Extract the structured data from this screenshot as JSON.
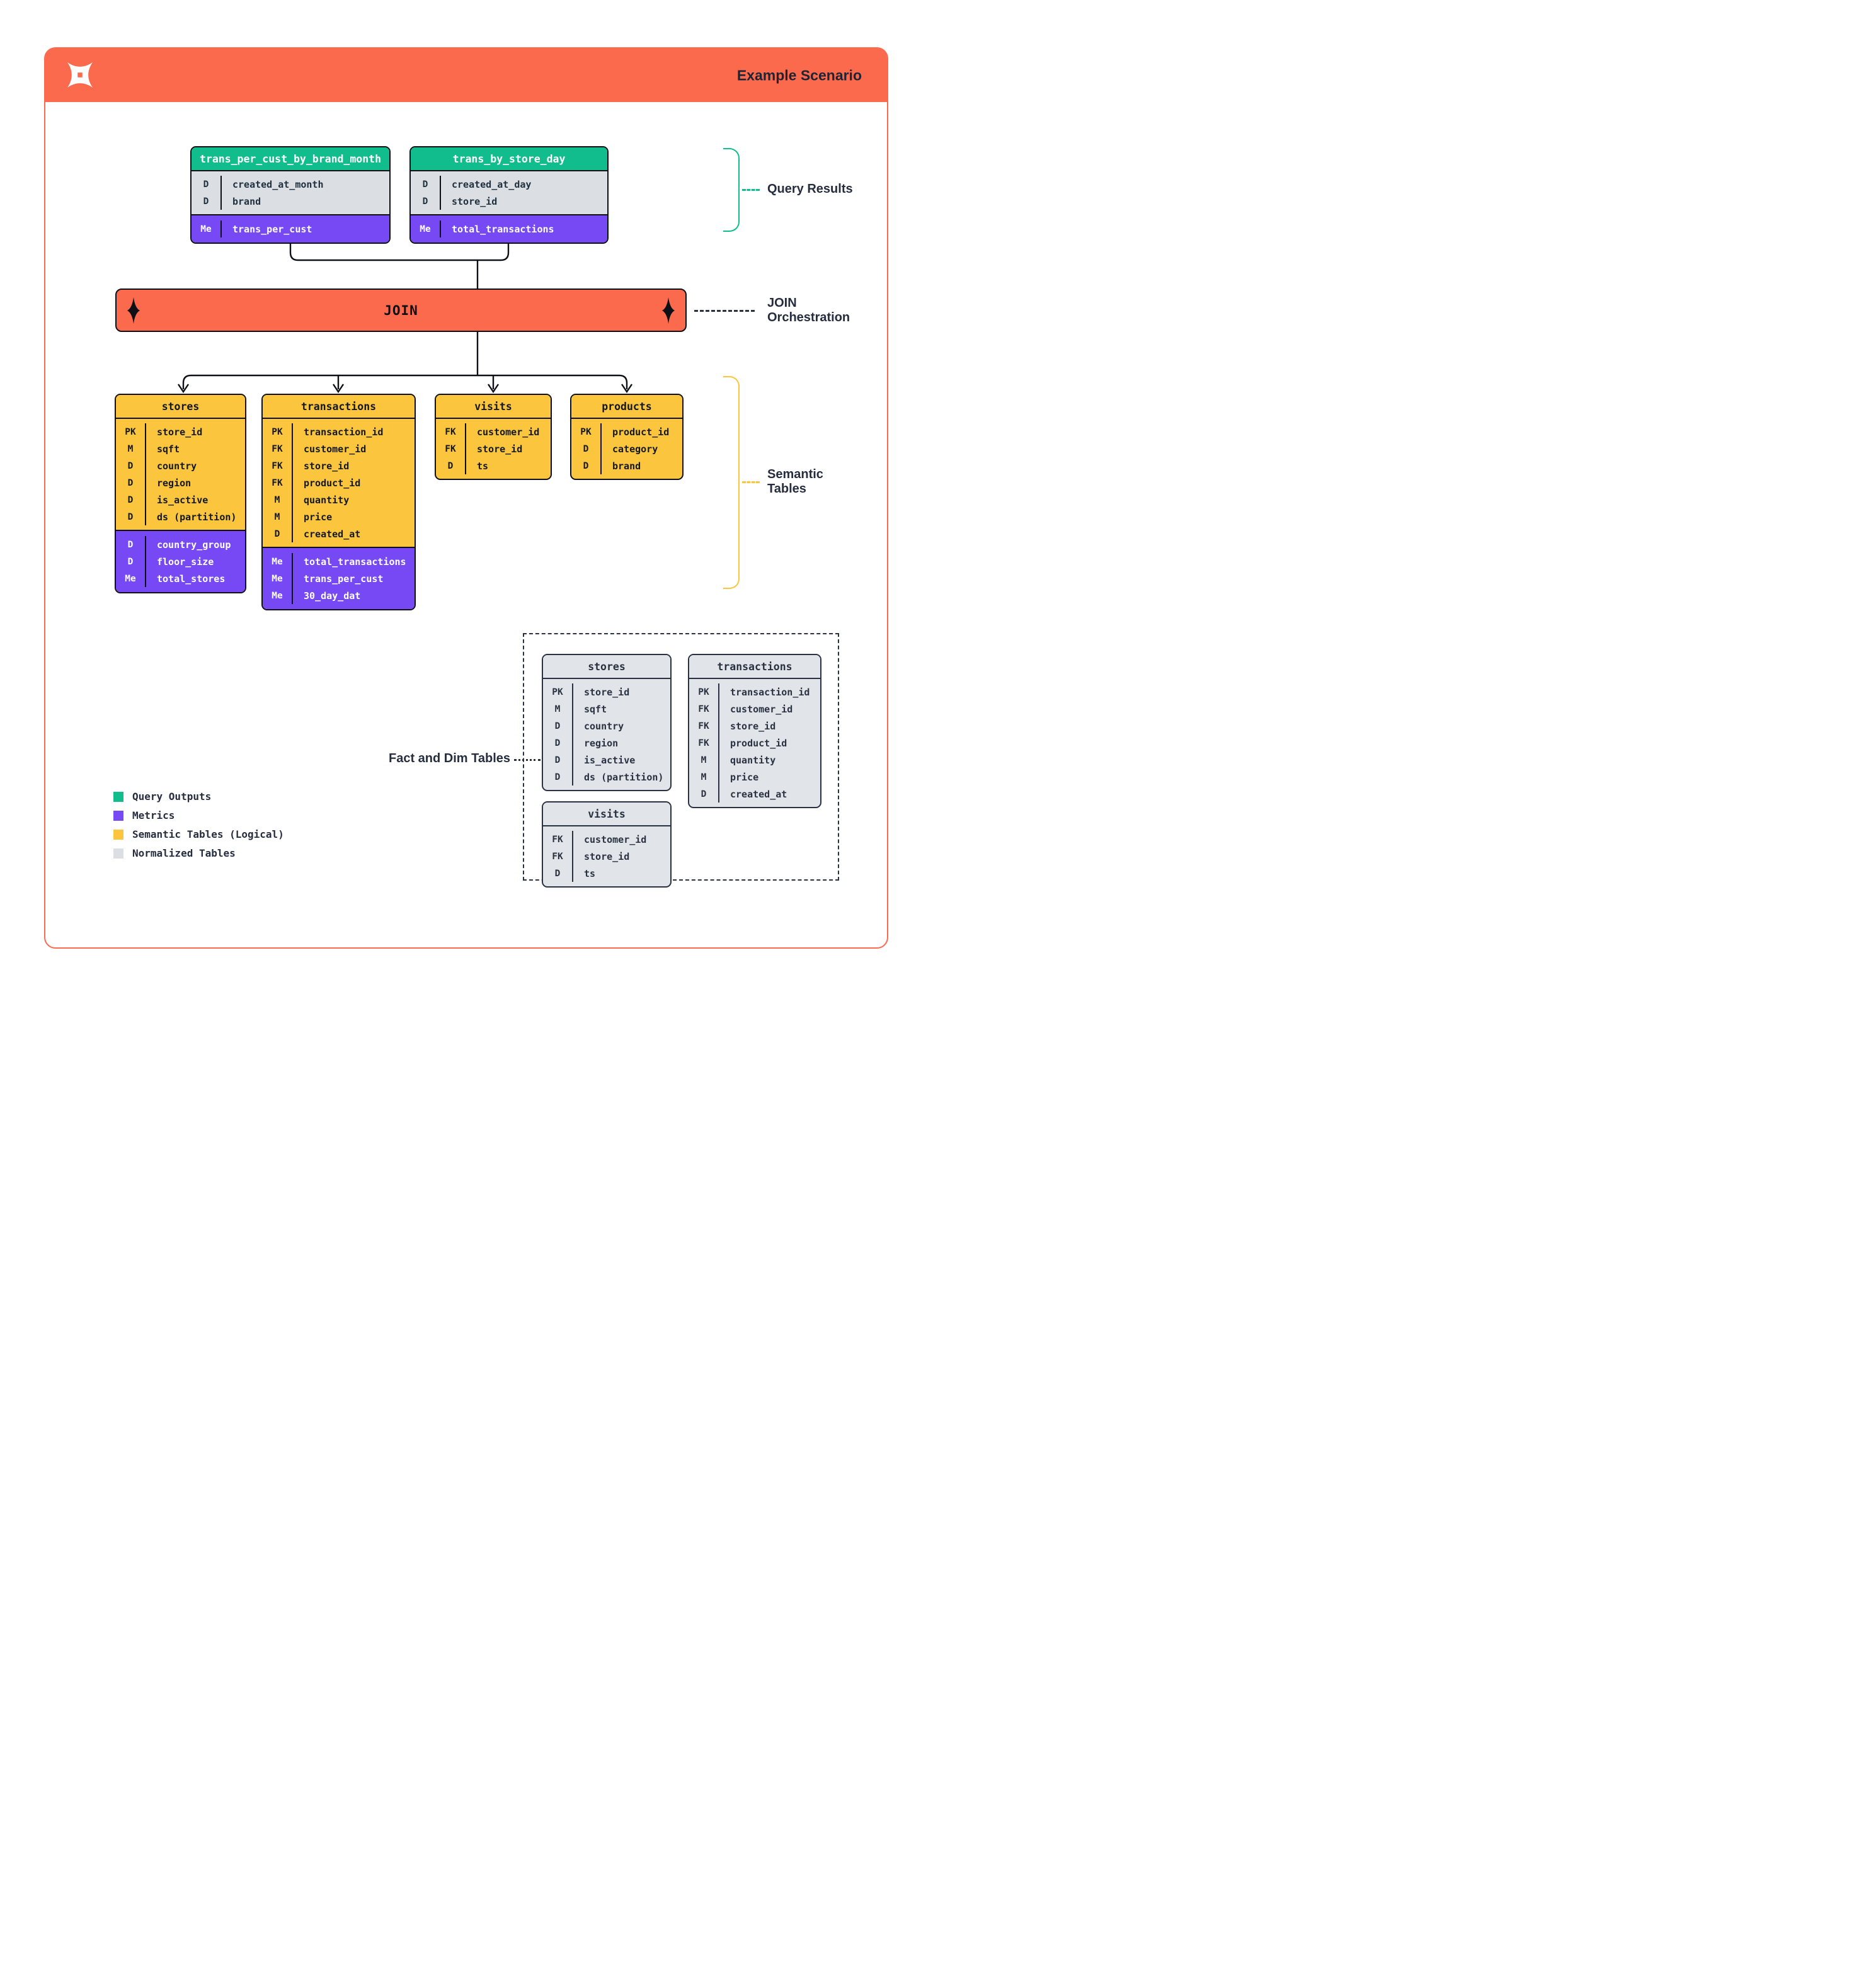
{
  "header": {
    "title": "Example Scenario",
    "logo": "dagster-logo"
  },
  "join": {
    "label": "JOIN"
  },
  "annotations": {
    "query_results": "Query Results",
    "join_orchestration_line1": "JOIN",
    "join_orchestration_line2": "Orchestration",
    "semantic_line1": "Semantic",
    "semantic_line2": "Tables",
    "fact_dim": "Fact and Dim Tables"
  },
  "query_tables": [
    {
      "title": "trans_per_cust_by_brand_month",
      "rows": [
        {
          "k": "D",
          "v": "created_at_month"
        },
        {
          "k": "D",
          "v": "brand"
        }
      ],
      "metric_rows": [
        {
          "k": "Me",
          "v": "trans_per_cust"
        }
      ]
    },
    {
      "title": "trans_by_store_day",
      "rows": [
        {
          "k": "D",
          "v": "created_at_day"
        },
        {
          "k": "D",
          "v": "store_id"
        }
      ],
      "metric_rows": [
        {
          "k": "Me",
          "v": "total_transactions"
        }
      ]
    }
  ],
  "semantic_tables": [
    {
      "title": "stores",
      "rows": [
        {
          "k": "PK",
          "v": "store_id"
        },
        {
          "k": "M",
          "v": "sqft"
        },
        {
          "k": "D",
          "v": "country"
        },
        {
          "k": "D",
          "v": "region"
        },
        {
          "k": "D",
          "v": "is_active"
        },
        {
          "k": "D",
          "v": "ds (partition)"
        }
      ],
      "metric_rows": [
        {
          "k": "D",
          "v": "country_group"
        },
        {
          "k": "D",
          "v": "floor_size"
        },
        {
          "k": "Me",
          "v": "total_stores"
        }
      ]
    },
    {
      "title": "transactions",
      "rows": [
        {
          "k": "PK",
          "v": "transaction_id"
        },
        {
          "k": "FK",
          "v": "customer_id"
        },
        {
          "k": "FK",
          "v": "store_id"
        },
        {
          "k": "FK",
          "v": "product_id"
        },
        {
          "k": "M",
          "v": "quantity"
        },
        {
          "k": "M",
          "v": "price"
        },
        {
          "k": "D",
          "v": "created_at"
        }
      ],
      "metric_rows": [
        {
          "k": "Me",
          "v": "total_transactions"
        },
        {
          "k": "Me",
          "v": "trans_per_cust"
        },
        {
          "k": "Me",
          "v": "30_day_dat"
        }
      ]
    },
    {
      "title": "visits",
      "rows": [
        {
          "k": "FK",
          "v": "customer_id"
        },
        {
          "k": "FK",
          "v": "store_id"
        },
        {
          "k": "D",
          "v": "ts"
        }
      ],
      "metric_rows": []
    },
    {
      "title": "products",
      "rows": [
        {
          "k": "PK",
          "v": "product_id"
        },
        {
          "k": "D",
          "v": "category"
        },
        {
          "k": "D",
          "v": "brand"
        }
      ],
      "metric_rows": []
    }
  ],
  "normalized_tables": [
    {
      "title": "stores",
      "rows": [
        {
          "k": "PK",
          "v": "store_id"
        },
        {
          "k": "M",
          "v": "sqft"
        },
        {
          "k": "D",
          "v": "country"
        },
        {
          "k": "D",
          "v": "region"
        },
        {
          "k": "D",
          "v": "is_active"
        },
        {
          "k": "D",
          "v": "ds (partition)"
        }
      ],
      "metric_rows": []
    },
    {
      "title": "transactions",
      "rows": [
        {
          "k": "PK",
          "v": "transaction_id"
        },
        {
          "k": "FK",
          "v": "customer_id"
        },
        {
          "k": "FK",
          "v": "store_id"
        },
        {
          "k": "FK",
          "v": "product_id"
        },
        {
          "k": "M",
          "v": "quantity"
        },
        {
          "k": "M",
          "v": "price"
        },
        {
          "k": "D",
          "v": "created_at"
        }
      ],
      "metric_rows": []
    },
    {
      "title": "visits",
      "rows": [
        {
          "k": "FK",
          "v": "customer_id"
        },
        {
          "k": "FK",
          "v": "store_id"
        },
        {
          "k": "D",
          "v": "ts"
        }
      ],
      "metric_rows": []
    }
  ],
  "legend": [
    {
      "label": "Query Outputs",
      "color": "#11BD8D"
    },
    {
      "label": "Metrics",
      "color": "#7649F5"
    },
    {
      "label": "Semantic Tables (Logical)",
      "color": "#FBC53E"
    },
    {
      "label": "Normalized Tables",
      "color": "#DBDFE3"
    }
  ],
  "colors": {
    "orange": "#FB6A4D",
    "green": "#11BD8D",
    "purple": "#7649F5",
    "yellow": "#FBC53E",
    "gray_row": "#DBDFE3",
    "navy": "#252D3F",
    "black_border": "#0E1016"
  }
}
